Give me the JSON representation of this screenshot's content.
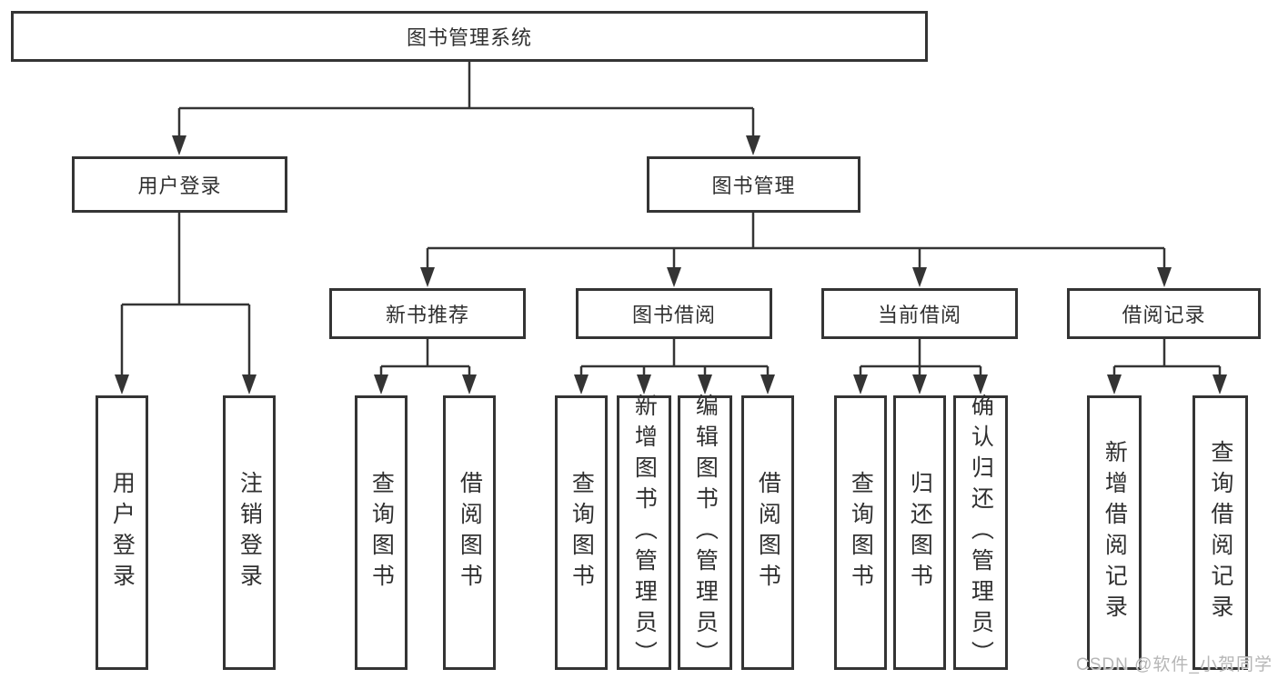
{
  "tree": {
    "label": "图书管理系统",
    "children": [
      {
        "label": "用户登录",
        "children": [
          {
            "label": "用户登录"
          },
          {
            "label": "注销登录"
          }
        ]
      },
      {
        "label": "图书管理",
        "children": [
          {
            "label": "新书推荐",
            "children": [
              {
                "label": "查询图书"
              },
              {
                "label": "借阅图书"
              }
            ]
          },
          {
            "label": "图书借阅",
            "children": [
              {
                "label": "查询图书"
              },
              {
                "label": "新增图书（管理员）"
              },
              {
                "label": "编辑图书（管理员）"
              },
              {
                "label": "借阅图书"
              }
            ]
          },
          {
            "label": "当前借阅",
            "children": [
              {
                "label": "查询图书"
              },
              {
                "label": "归还图书"
              },
              {
                "label": "确认归还（管理员）"
              }
            ]
          },
          {
            "label": "借阅记录",
            "children": [
              {
                "label": "新增借阅记录"
              },
              {
                "label": "查询借阅记录"
              }
            ]
          }
        ]
      }
    ]
  },
  "watermark": {
    "text": "CSDN @软件_小贺同学"
  },
  "colors": {
    "line": "#343434",
    "box_border": "#343434",
    "text": "#303030",
    "watermark": "#b2b2b2",
    "background": "#ffffff"
  }
}
